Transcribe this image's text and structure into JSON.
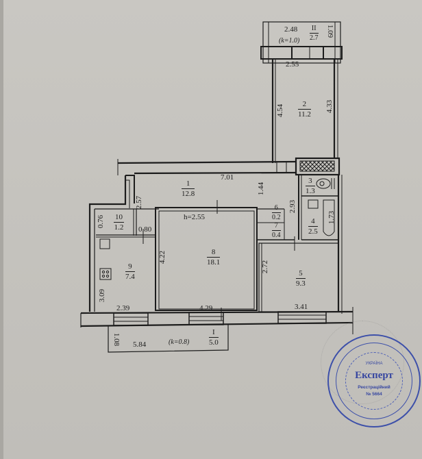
{
  "document": {
    "type": "apartment floor plan",
    "ceiling_height": "h=2.55"
  },
  "rooms": [
    {
      "id": "1",
      "area": "12.8"
    },
    {
      "id": "2",
      "area": "11.2"
    },
    {
      "id": "3",
      "area": "1.3"
    },
    {
      "id": "4",
      "area": "2.5"
    },
    {
      "id": "5",
      "area": "9.3"
    },
    {
      "id": "6",
      "area": "0.2"
    },
    {
      "id": "7",
      "area": "0.4"
    },
    {
      "id": "8",
      "area": "18.1"
    },
    {
      "id": "9",
      "area": "7.4"
    },
    {
      "id": "10",
      "area": "1.2"
    }
  ],
  "balconies": [
    {
      "id": "II",
      "area": "2.7",
      "coefficient": "(k=1.0)",
      "width": "2.48",
      "depth": "1.09"
    },
    {
      "id": "I",
      "area": "5.0",
      "coefficient": "(k=0.8)",
      "width": "5.84",
      "depth": "1.08"
    }
  ],
  "dimensions": {
    "d_2_55": "2.55",
    "d_4_54": "4.54",
    "d_4_33": "4.33",
    "d_7_01": "7.01",
    "d_1_44": "1.44",
    "d_2_57": "2.57",
    "d_2_93": "2.93",
    "d_1_73": "1.73",
    "d_0_76": "0.76",
    "d_0_80": "0.80",
    "d_4_22": "4.22",
    "d_2_72": "2.72",
    "d_3_09": "3.09",
    "d_2_39": "2.39",
    "d_4_29": "4.29",
    "d_3_41": "3.41"
  },
  "stamp": {
    "title": "Експерт",
    "country": "УКРАЇНА",
    "registry_label": "Реєстраційний",
    "registry_number": "№ 5664",
    "color": "#2f44a8"
  }
}
